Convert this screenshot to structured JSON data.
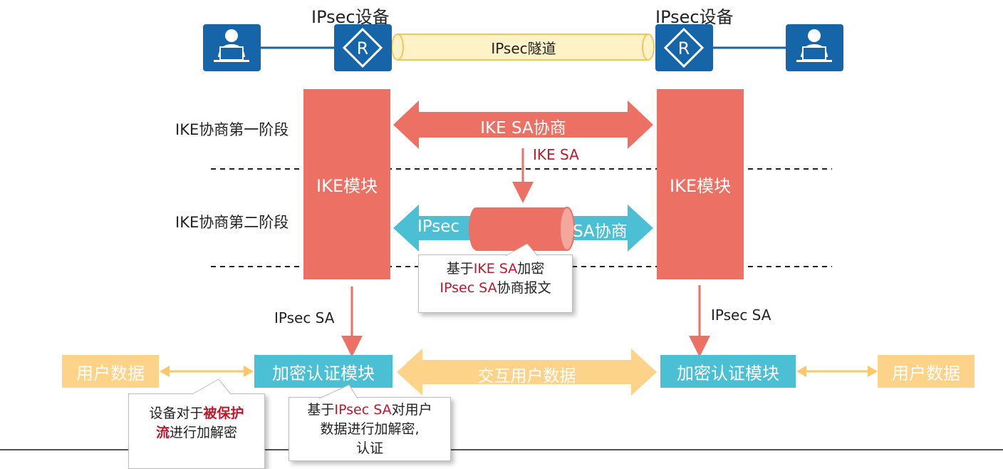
{
  "devices": {
    "left_label": "IPsec设备",
    "right_label": "IPsec设备",
    "tunnel_label": "IPsec隧道"
  },
  "stages": {
    "phase1": "IKE协商第一阶段",
    "phase2": "IKE协商第二阶段"
  },
  "modules": {
    "ike_left": "IKE模块",
    "ike_right": "IKE模块",
    "crypto_left": "加密认证模块",
    "crypto_right": "加密认证模块"
  },
  "arrows": {
    "ike_sa_negotiation": "IKE SA协商",
    "ike_sa": "IKE SA",
    "ipsec_part": "IPsec",
    "sa_negotiation_part": "SA协商",
    "ipsec_sa_left": "IPsec SA",
    "ipsec_sa_right": "IPsec SA",
    "exchange_user_data": "交互用户数据"
  },
  "user_data": {
    "left": "用户数据",
    "right": "用户数据"
  },
  "callouts": {
    "center_line1_pre": "基于",
    "center_line1_red": "IKE SA",
    "center_line1_post": "加密",
    "center_line2_red": "IPsec SA",
    "center_line2_post": "协商报文",
    "left_line1_pre": "设备对于",
    "left_line1_red": "被保护",
    "left_line2_red": "流",
    "left_line2_post": "进行加解密",
    "mid_line1_pre": "基于",
    "mid_line1_red": "IPsec SA",
    "mid_line1_post": "对用户",
    "mid_line2": "数据进行加解密,",
    "mid_line3": "认证"
  },
  "colors": {
    "device_blue": "#1565a8",
    "ike_red": "#ec7063",
    "crypto_cyan": "#4bbfd4",
    "data_yellow": "#fdd38a",
    "tunnel_yellow": "#fff2c7",
    "emphasis_red": "#c0182b"
  }
}
